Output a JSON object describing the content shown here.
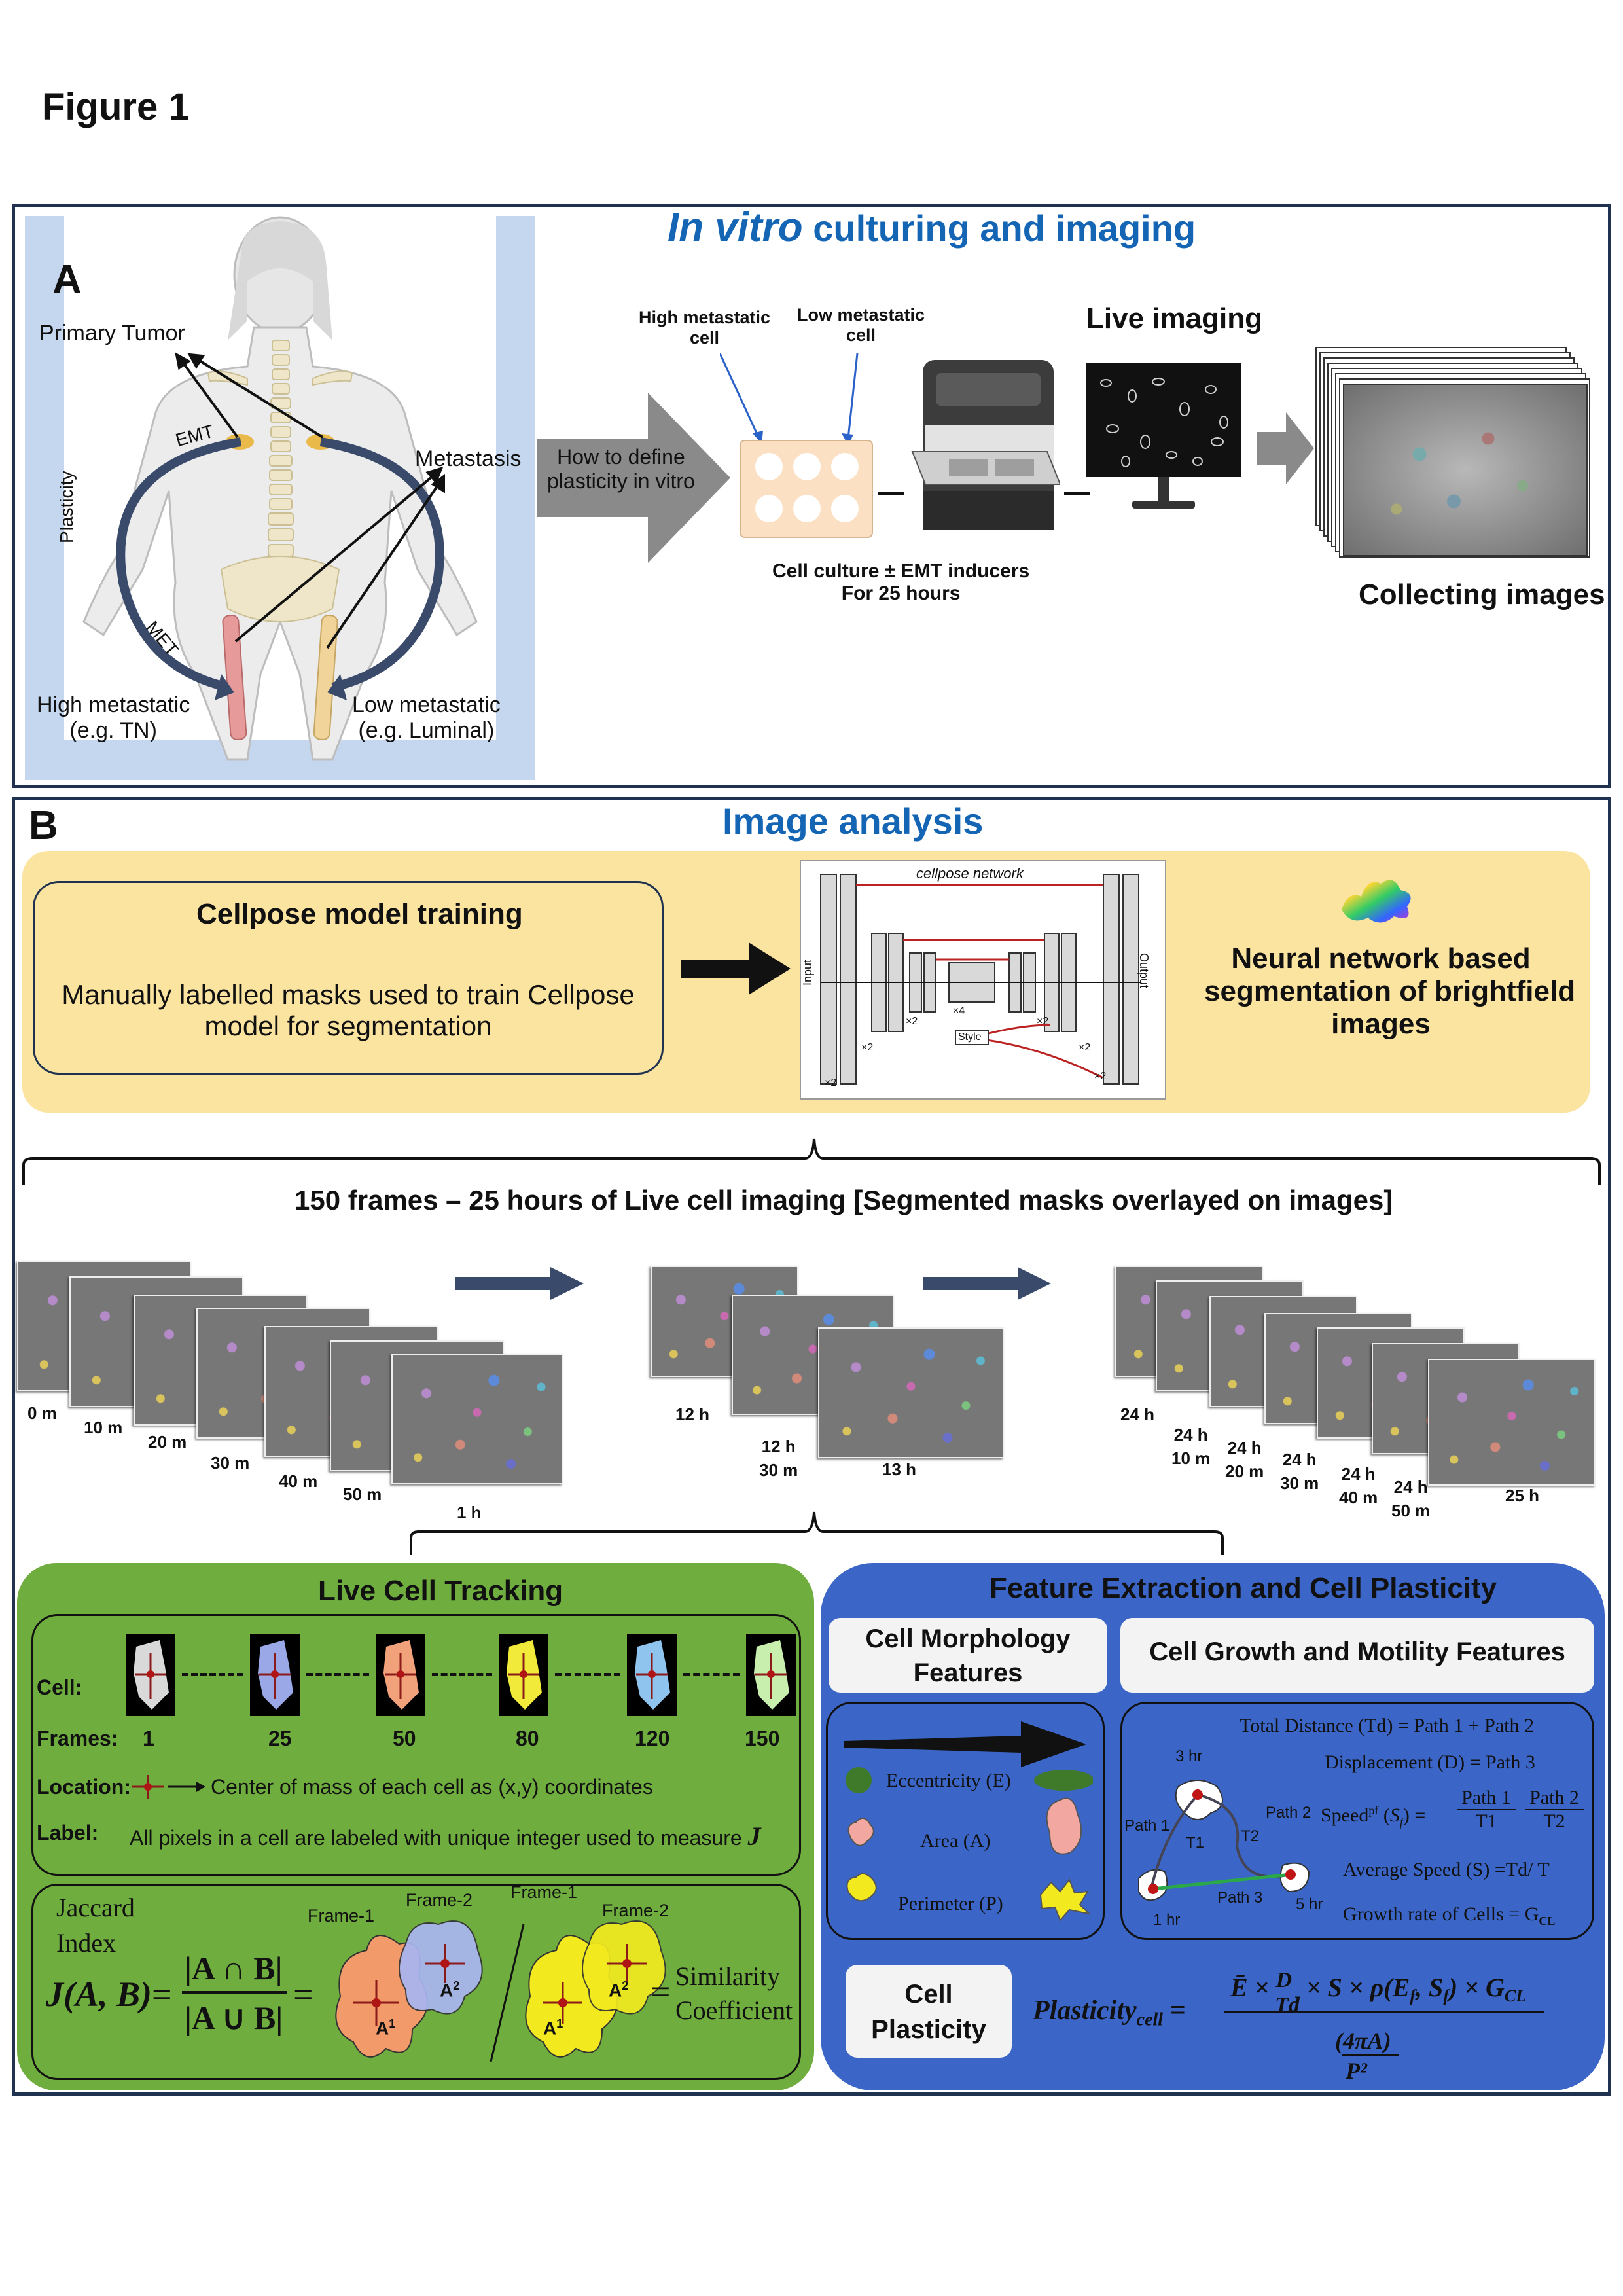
{
  "figure_title": "Figure 1",
  "panelA": {
    "letter": "A",
    "heading_italic": "In vitro",
    "heading_rest": " culturing and imaging",
    "primary_tumor": "Primary Tumor",
    "emt": "EMT",
    "plasticity": "Plasticity",
    "met": "MET",
    "metastasis": "Metastasis",
    "high_meta_1": "High metastatic",
    "high_meta_2": "(e.g. TN)",
    "low_meta_1": "Low metastatic",
    "low_meta_2": "(e.g. Luminal)",
    "arrow_1": "How to define",
    "arrow_2": "plasticity in vitro",
    "high_cell_1": "High metastatic",
    "high_cell_2": "cell",
    "low_cell_1": "Low metastatic",
    "low_cell_2": "cell",
    "live_imaging": "Live imaging",
    "culture_1": "Cell culture ± EMT inducers",
    "culture_2": "For 25 hours",
    "collecting": "Collecting images"
  },
  "panelB": {
    "letter": "B",
    "heading": "Image analysis",
    "cellpose_title": "Cellpose model training",
    "cellpose_desc_1": "Manually labelled masks used to train Cellpose",
    "cellpose_desc_2": "model for segmentation",
    "network_title": "cellpose network",
    "network_input": "Input",
    "network_output": "Output",
    "network_style": "Style",
    "x2": "×2",
    "x4": "×4",
    "nn_1": "Neural network based",
    "nn_2": "segmentation of brightfield",
    "nn_3": "images",
    "frames_caption": "150 frames – 25 hours of Live cell imaging [Segmented masks overlayed on images]",
    "times_group1": [
      "0 m",
      "10 m",
      "20 m",
      "30 m",
      "40 m",
      "50 m",
      "1 h"
    ],
    "times_group2": [
      "12 h",
      "12 h",
      "30 m",
      "13 h"
    ],
    "times_group3": [
      "24 h",
      "24 h",
      "10 m",
      "24 h",
      "20 m",
      "24 h",
      "30 m",
      "24 h",
      "40 m",
      "24 h",
      "50 m",
      "25 h"
    ]
  },
  "tracking": {
    "title": "Live Cell Tracking",
    "cell_label": "Cell:",
    "frames_label": "Frames:",
    "frames": [
      "1",
      "25",
      "50",
      "80",
      "120",
      "150"
    ],
    "cell_colors": [
      "#d9d9d9",
      "#9aa8e8",
      "#f2a27a",
      "#f2ea3a",
      "#8fc4ef",
      "#c9efae"
    ],
    "location_label": "Location:",
    "location_text": "Center of mass of each cell as (x,y) coordinates",
    "label_label": "Label:",
    "label_text": "All pixels in a cell are labeled with unique integer used to measure",
    "label_J": "J",
    "jaccard_1": "Jaccard",
    "jaccard_2": "Index",
    "formula_left": "J(A, B)",
    "formula_eq": "=",
    "formula_num": "|A ∩ B|",
    "formula_den": "|A ∪ B|",
    "frame1": "Frame-1",
    "frame2": "Frame-2",
    "a1": "A",
    "a2": "A",
    "sim_1": "Similarity",
    "sim_2": "Coefficient"
  },
  "features": {
    "title": "Feature Extraction and Cell Plasticity",
    "morph_1": "Cell Morphology",
    "morph_2": "Features",
    "growth": "Cell Growth and Motility Features",
    "eccentricity": "Eccentricity (E)",
    "area": "Area (A)",
    "perimeter": "Perimeter (P)",
    "total_distance": "Total Distance (Td) = Path 1 + Path 2",
    "displacement": "Displacement (D) = Path 3",
    "speed_label": "Speed",
    "path1": "Path 1",
    "path2": "Path 2",
    "t1": "T1",
    "t2": "T2",
    "avg_speed": "Average Speed (S) =Td/ T",
    "growth_rate": "Growth rate of Cells = G",
    "hr1": "1 hr",
    "hr3": "3 hr",
    "hr5": "5 hr",
    "path3": "Path 3",
    "plast_1": "Cell",
    "plast_2": "Plasticity",
    "plast_formula_lhs": "Plasticity",
    "plast_sub": "cell"
  },
  "colors": {
    "frame": "#1f3350",
    "heading_blue": "#1565b5",
    "yellow_box": "#fbe3a0",
    "green_panel": "#6fad3f",
    "blue_panel": "#3b66c7",
    "arrow_gray": "#8a8a8a",
    "navy_arrow": "#3a4a6b"
  }
}
